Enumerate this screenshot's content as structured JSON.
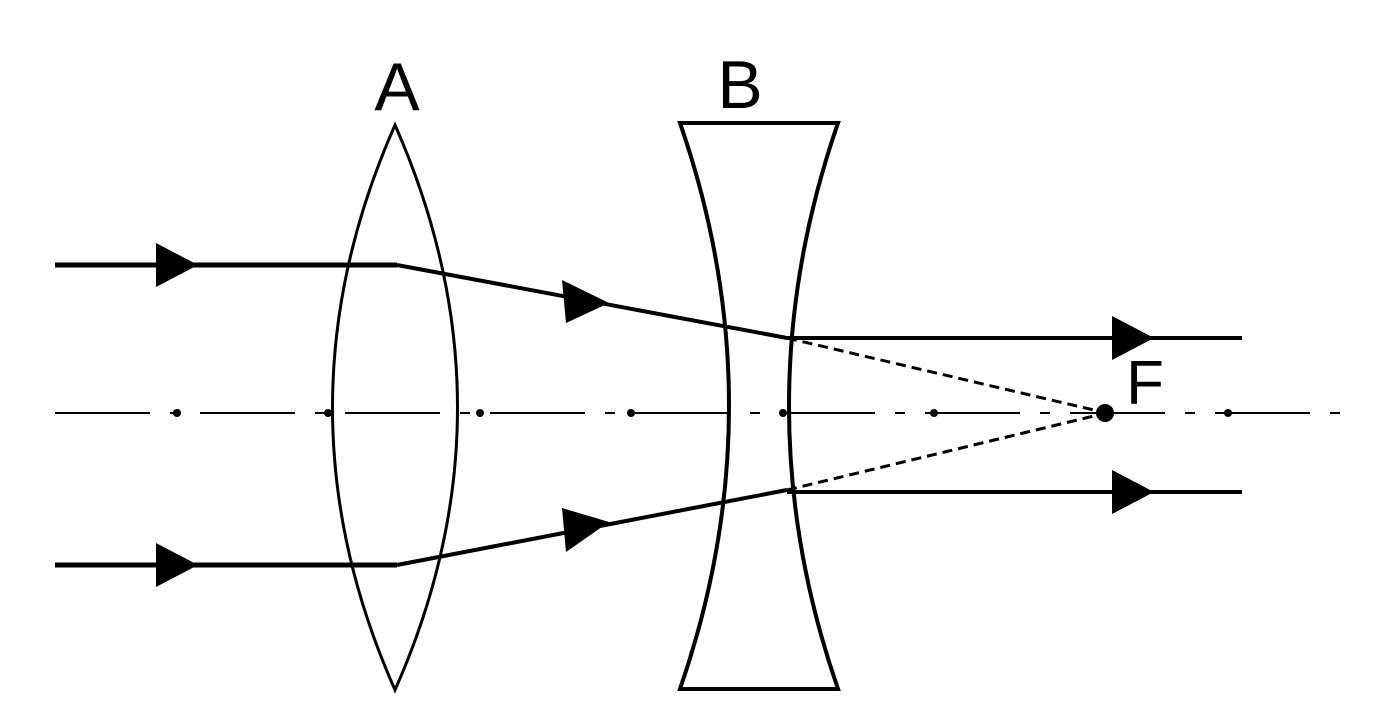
{
  "diagram": {
    "lens_a_label": "A",
    "lens_b_label": "B",
    "focal_point_label": "F",
    "colors": {
      "ink": "#000000",
      "background": "#ffffff"
    }
  }
}
